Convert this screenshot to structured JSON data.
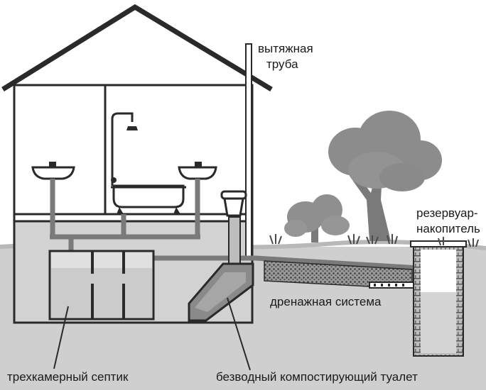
{
  "labels": {
    "vent_pipe": [
      "вытяжная",
      "труба"
    ],
    "reservoir": [
      "резервуар-",
      "накопитель"
    ],
    "drainage": "дренажная система",
    "septic": "трехкамерный септик",
    "toilet": "безводный компостирующий туалет"
  },
  "colors": {
    "line": "#2a2a2a",
    "ground": "#c9c9c9",
    "ground_dark": "#a9a9a9",
    "pipe": "#7a7a7a",
    "foliage": "#8c8c8c",
    "trunk": "#777777",
    "gravel": "#555555"
  }
}
